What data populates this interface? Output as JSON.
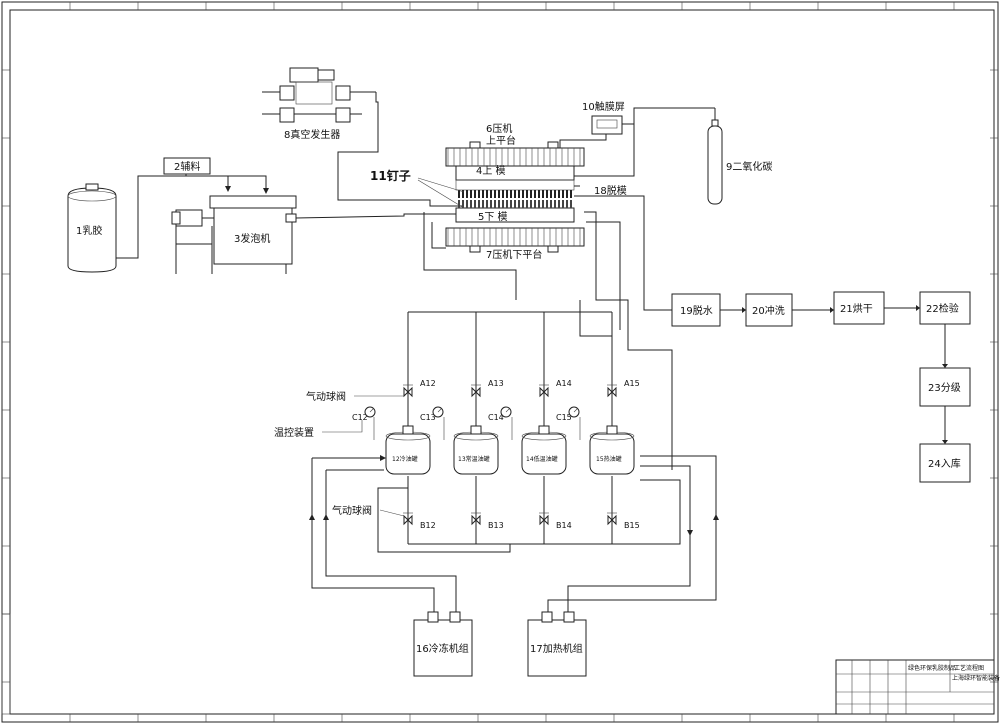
{
  "equipment": {
    "latex": "1乳胶",
    "auxiliary": "2辅料",
    "foaming_machine": "3发泡机",
    "upper_mold": "4上 模",
    "lower_mold": "5下 模",
    "press_upper": "6压机",
    "press_upper_2": "上平台",
    "press_lower": "7压机下平台",
    "vacuum": "8真空发生器",
    "co2": "9二氧化碳",
    "touchscreen": "10触膜屏",
    "nails": "11钉子",
    "tank_12": "12冷油罐",
    "tank_13": "13常温油罐",
    "tank_14": "14低温油罐",
    "tank_15": "15热油罐",
    "freezer": "16冷冻机组",
    "heater": "17加热机组",
    "demold": "18脱模",
    "dewater": "19脱水",
    "rinse": "20冲洗",
    "dry": "21烘干",
    "inspect": "22检验",
    "grade": "23分级",
    "storage": "24入库"
  },
  "labels": {
    "pneumatic_valve_top": "气动球阀",
    "temp_control": "温控装置",
    "pneumatic_valve_bottom": "气动球阀"
  },
  "valves": {
    "a12": "A12",
    "a13": "A13",
    "a14": "A14",
    "a15": "A15",
    "b12": "B12",
    "b13": "B13",
    "b14": "B14",
    "b15": "B15",
    "c12": "C12",
    "c13": "C13",
    "c14": "C14",
    "c15": "C15"
  },
  "title_block": {
    "drawing_name": "工艺流程图",
    "product": "绿色环保乳胶制品",
    "company": "上海绿环智能装备有限公司"
  }
}
